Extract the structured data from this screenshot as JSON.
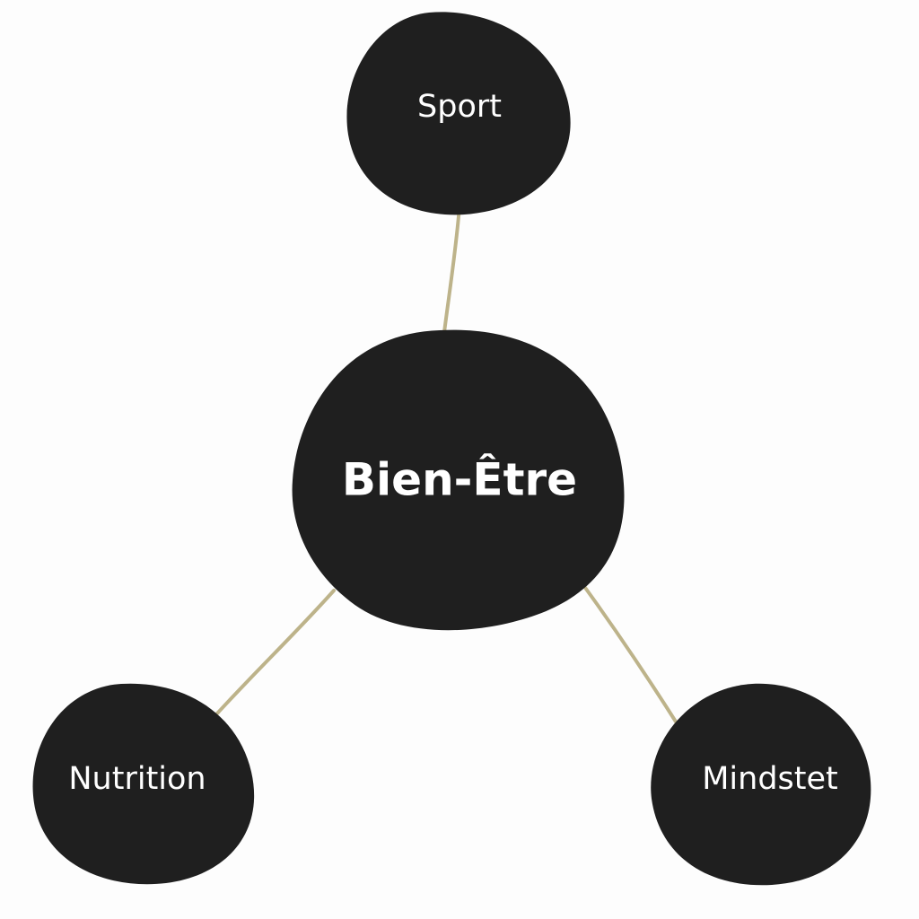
{
  "mindmap": {
    "central": {
      "label": "Bien-Être"
    },
    "branches": [
      {
        "label": "Sport"
      },
      {
        "label": "Nutrition"
      },
      {
        "label": "Mindstet"
      }
    ]
  },
  "colors": {
    "background": "#fdfdfd",
    "node_fill": "#1f1f1f",
    "node_text": "#ffffff",
    "connector": "#bdb38a"
  }
}
